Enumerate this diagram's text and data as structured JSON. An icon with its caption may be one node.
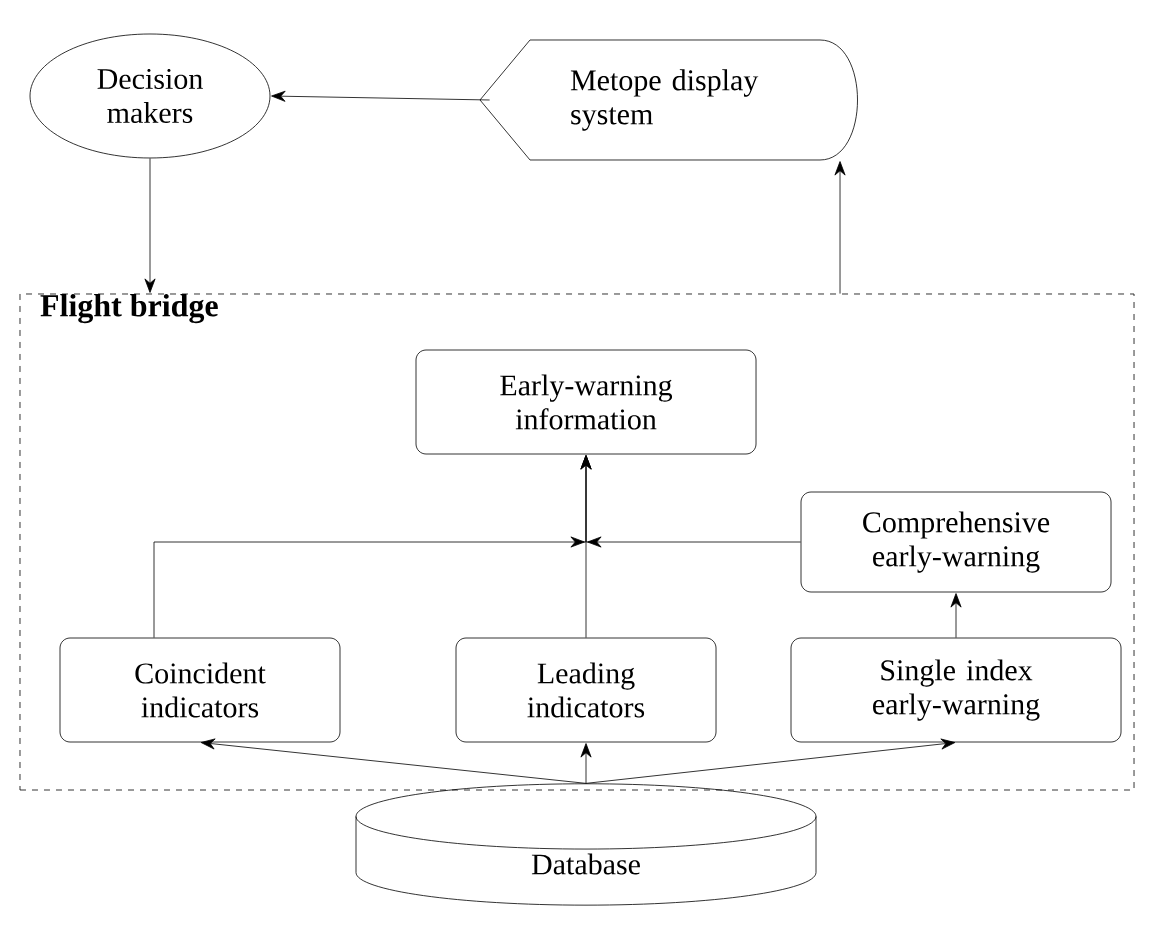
{
  "diagram": {
    "nodes": [
      {
        "text": [
          "Decision makers"
        ]
      },
      {
        "text": [
          "Metope display system"
        ]
      },
      {
        "text": [
          "Flight bridge"
        ]
      },
      {
        "text": [
          "Early-warning information"
        ],
        "in": 2
      },
      {
        "text": [
          "Comprehensive early-warning"
        ],
        "in": 2
      },
      {
        "text": [
          "Coincident indicators"
        ],
        "in": 2
      },
      {
        "text": [
          "Leading indicators"
        ],
        "in": 2
      },
      {
        "text": [
          "Single index early-warning"
        ],
        "in": 2
      },
      {
        "text": [
          "Database"
        ]
      }
    ],
    "edges": [
      {
        "from": 1,
        "to": 0,
        "arrow": "to"
      },
      {
        "from": 0,
        "to": 2,
        "arrow": "to"
      },
      {
        "from": 2,
        "to": 1,
        "arrow": "to"
      },
      {
        "from": 5,
        "to": 3,
        "arrow": "to"
      },
      {
        "from": 6,
        "to": 3,
        "arrow": "to"
      },
      {
        "from": 4,
        "to": 3,
        "arrow": "to"
      },
      {
        "from": 7,
        "to": 4,
        "arrow": "to"
      },
      {
        "from": 8,
        "to": 5,
        "arrow": "to"
      },
      {
        "from": 8,
        "to": 6,
        "arrow": "to"
      },
      {
        "from": 8,
        "to": 7,
        "arrow": "to"
      }
    ]
  }
}
